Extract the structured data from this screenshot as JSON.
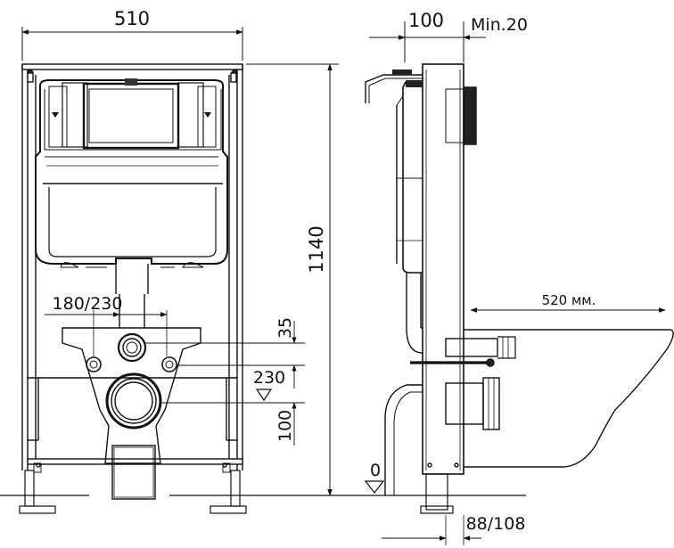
{
  "dimensions": {
    "frame_width": "510",
    "frame_height": "1140",
    "drain_spacing": "180/230",
    "flush_height": "35",
    "outlet_height": "230",
    "outlet_offset": "100",
    "floor_level": "0",
    "wall_depth": "100",
    "min_gap": "Min.20",
    "bowl_projection": "520 мм.",
    "rear_depth": "88/108"
  }
}
